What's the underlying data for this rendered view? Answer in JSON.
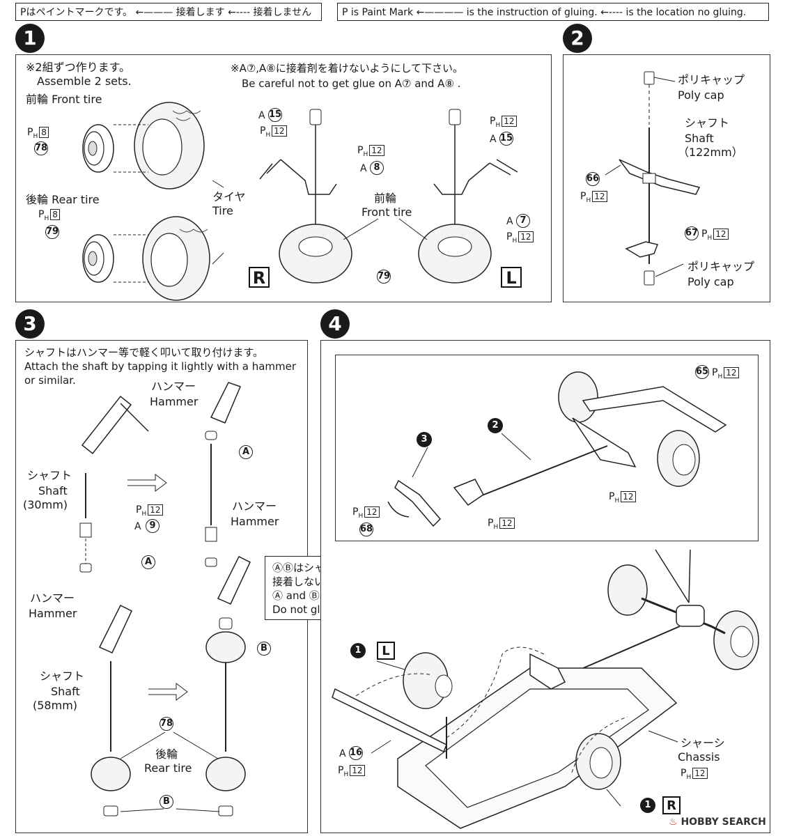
{
  "legend_jp": {
    "paint_mark": "Pはペイントマークです。",
    "glue": "接着します",
    "no_glue": "接着しません"
  },
  "legend_en": {
    "paint_mark": "P is Paint Mark",
    "glue": "is the instruction of gluing.",
    "no_glue": "is the location no gluing."
  },
  "steps": {
    "s1": "1",
    "s2": "2",
    "s3": "3",
    "s4": "4"
  },
  "step1": {
    "note_jp": "※2組ずつ作ります。",
    "note_en": "Assemble 2 sets.",
    "front_tire": "前輪 Front tire",
    "rear_tire": "後輪 Rear tire",
    "tire_jp": "タイヤ",
    "tire_en": "Tire",
    "caution_jp": "※A⑦,A⑧に接着剤を着けないようにして下さい。",
    "caution_en": "Be careful not to get glue on A⑦ and A⑧ .",
    "front_wheel_jp": "前輪",
    "front_wheel_en": "Front tire",
    "ph8": "8",
    "ph12": "12",
    "p78": "78",
    "p79": "79",
    "p15": "15",
    "p8": "8",
    "p7": "7",
    "a_prefix": "A",
    "right": "R",
    "left": "L"
  },
  "step2": {
    "polycap_jp": "ポリキャップ",
    "polycap_en": "Poly cap",
    "shaft_jp": "シャフト",
    "shaft_en": "Shaft",
    "shaft_len": "（122mm）",
    "p66": "66",
    "p67": "67",
    "ph12": "12"
  },
  "step3": {
    "note_jp": "シャフトはハンマー等で軽く叩いて取り付けます。",
    "note_en1": "Attach the shaft by tapping it lightly with a hammer",
    "note_en2": "or similar.",
    "hammer_jp": "ハンマー",
    "hammer_en": "Hammer",
    "shaft_jp": "シャフト",
    "shaft_en": "Shaft",
    "shaft30": "(30mm)",
    "shaft58": "(58mm)",
    "p9": "9",
    "p78": "78",
    "rear_jp": "後輪",
    "rear_en": "Rear tire",
    "jig_a": "A",
    "jig_b": "B",
    "ph12": "12"
  },
  "jig_note": {
    "line1": "ⒶⒷはシャフトを打ち込むための治具です。",
    "line2": "接着しないで下さい。⑯でも使用します。",
    "line3": "Ⓐ and Ⓑ is a jig for driving the shaft in.",
    "line4": "Do not glue. It is also used in ⑯."
  },
  "step4": {
    "p65": "65",
    "p68": "68",
    "p16": "16",
    "ph12": "12",
    "chassis_jp": "シャーシ",
    "chassis_en": "Chassis"
  },
  "watermark": "HOBBY SEARCH"
}
